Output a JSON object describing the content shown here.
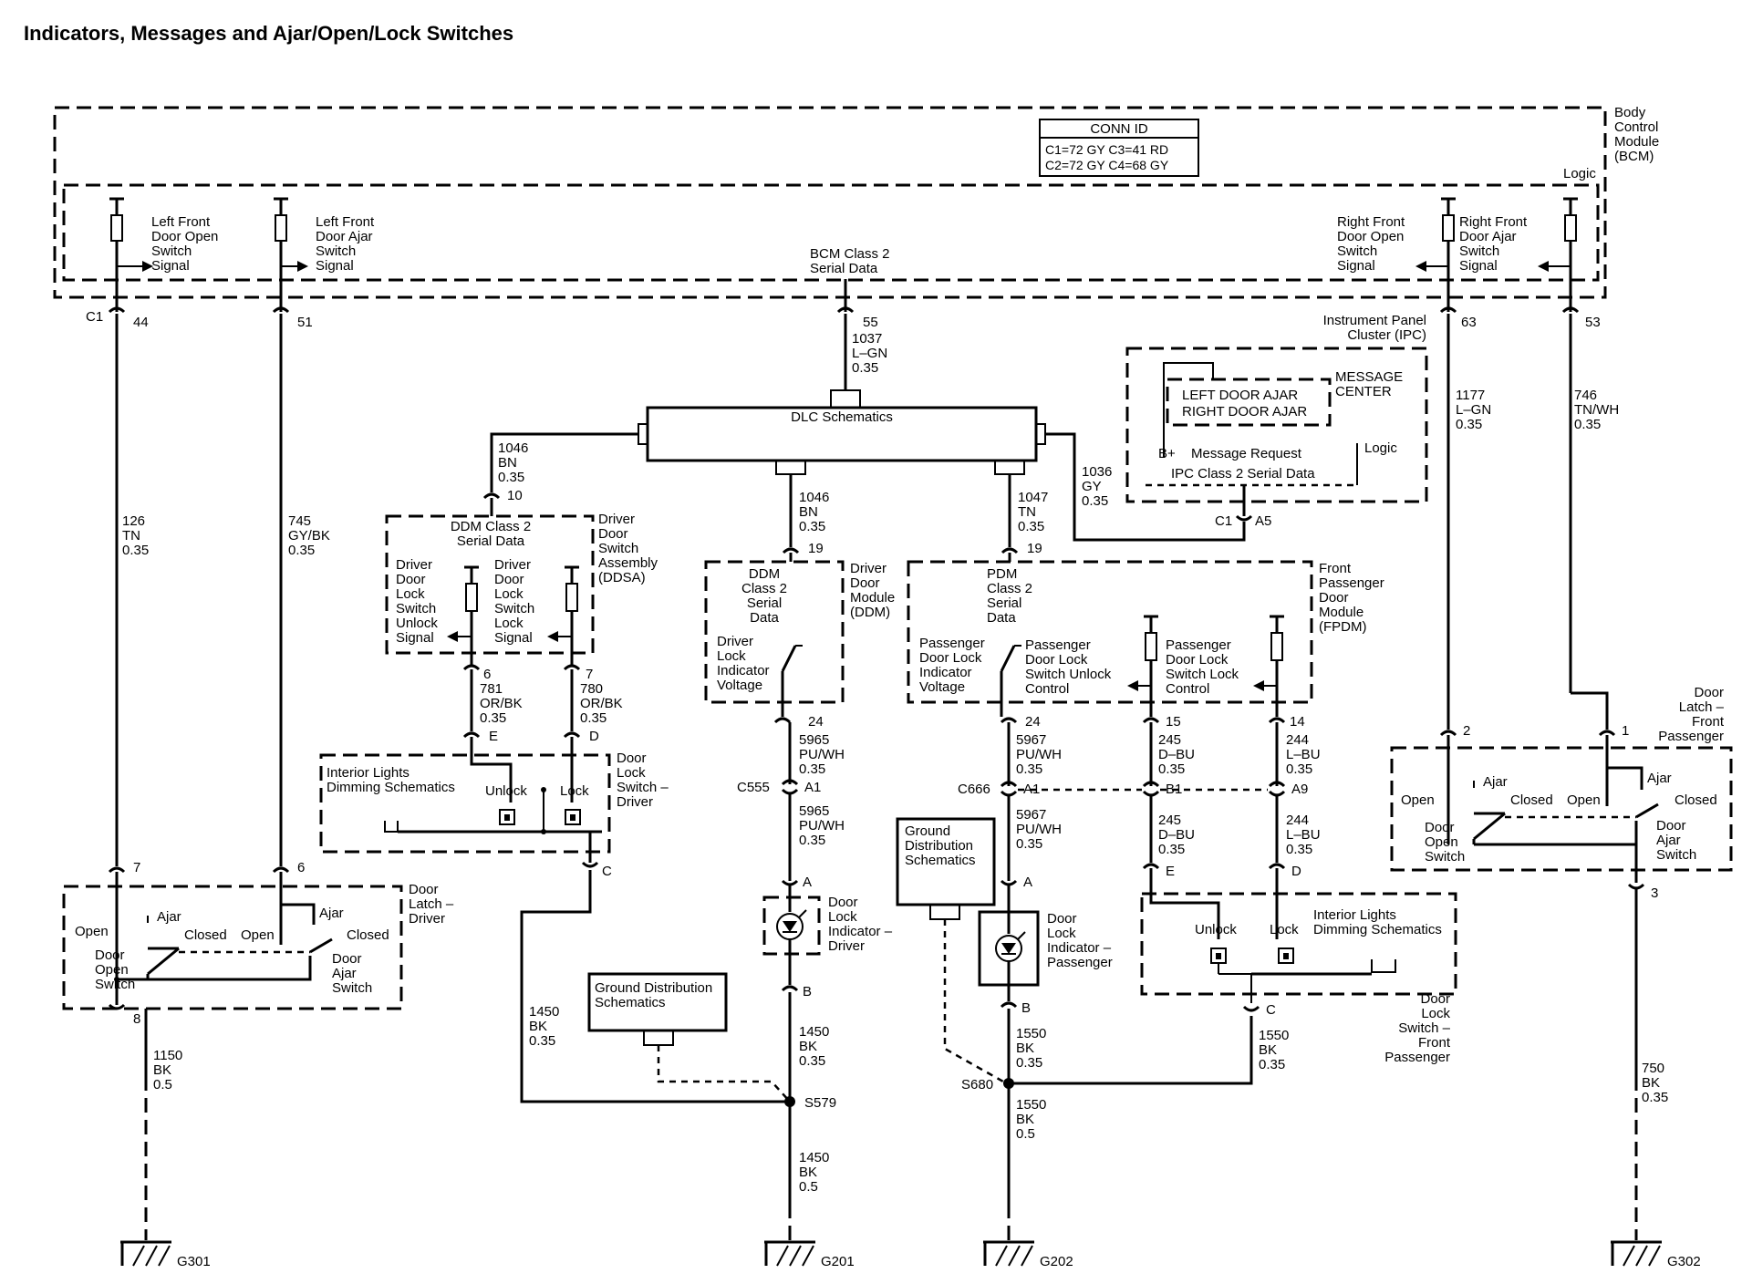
{
  "title": "Indicators, Messages and Ajar/Open/Lock Switches",
  "bcm": {
    "name": [
      "Body",
      "Control",
      "Module",
      "(BCM)"
    ],
    "logic": "Logic",
    "conn_id_title": "CONN ID",
    "conn_row1": "C1=72 GY  C3=41 RD",
    "conn_row2": "C2=72 GY  C4=68 GY",
    "signals": {
      "lf_open": [
        "Left Front",
        "Door Open",
        "Switch",
        "Signal"
      ],
      "lf_ajar": [
        "Left Front",
        "Door Ajar",
        "Switch",
        "Signal"
      ],
      "serial": [
        "BCM Class 2",
        "Serial Data"
      ],
      "rf_open": [
        "Right Front",
        "Door Open",
        "Switch",
        "Signal"
      ],
      "rf_ajar": [
        "Right Front",
        "Door Ajar",
        "Switch",
        "Signal"
      ]
    },
    "pins": {
      "c1": "C1",
      "p44": "44",
      "p51": "51",
      "p55": "55",
      "p63": "63",
      "p53": "53"
    }
  },
  "wires": {
    "w1037": [
      "1037",
      "L–GN",
      "0.35"
    ],
    "w126": [
      "126",
      "TN",
      "0.35"
    ],
    "w745": [
      "745",
      "GY/BK",
      "0.35"
    ],
    "w1177": [
      "1177",
      "L–GN",
      "0.35"
    ],
    "w746": [
      "746",
      "TN/WH",
      "0.35"
    ],
    "w1046a": [
      "1046",
      "BN",
      "0.35"
    ],
    "w1046b": [
      "1046",
      "BN",
      "0.35"
    ],
    "w1047": [
      "1047",
      "TN",
      "0.35"
    ],
    "w1036": [
      "1036",
      "GY",
      "0.35"
    ],
    "w781": [
      "781",
      "OR/BK",
      "0.35"
    ],
    "w780": [
      "780",
      "OR/BK",
      "0.35"
    ],
    "w5965a": [
      "5965",
      "PU/WH",
      "0.35"
    ],
    "w5965b": [
      "5965",
      "PU/WH",
      "0.35"
    ],
    "w5967a": [
      "5967",
      "PU/WH",
      "0.35"
    ],
    "w5967b": [
      "5967",
      "PU/WH",
      "0.35"
    ],
    "w245a": [
      "245",
      "D–BU",
      "0.35"
    ],
    "w245b": [
      "245",
      "D–BU",
      "0.35"
    ],
    "w244a": [
      "244",
      "L–BU",
      "0.35"
    ],
    "w244b": [
      "244",
      "L–BU",
      "0.35"
    ],
    "w1450a": [
      "1450",
      "BK",
      "0.35"
    ],
    "w1450b": [
      "1450",
      "BK",
      "0.35"
    ],
    "w1450c": [
      "1450",
      "BK",
      "0.5"
    ],
    "w1150": [
      "1150",
      "BK",
      "0.5"
    ],
    "w1550a": [
      "1550",
      "BK",
      "0.35"
    ],
    "w1550b": [
      "1550",
      "BK",
      "0.35"
    ],
    "w1550c": [
      "1550",
      "BK",
      "0.5"
    ],
    "w750": [
      "750",
      "BK",
      "0.35"
    ]
  },
  "dlc": {
    "label": "DLC Schematics"
  },
  "ipc": {
    "name": [
      "Instrument Panel",
      "Cluster (IPC)"
    ],
    "msg1": "LEFT DOOR AJAR",
    "msg2": "RIGHT DOOR AJAR",
    "message_center": [
      "MESSAGE",
      "CENTER"
    ],
    "bplus": "B+",
    "msg_request": "Message Request",
    "logic": "Logic",
    "serial": "IPC Class 2 Serial Data",
    "conn": "C1",
    "pin": "A5"
  },
  "ddsa": {
    "name": [
      "Driver",
      "Door",
      "Switch",
      "Assembly",
      "(DDSA)"
    ],
    "serial": [
      "DDM Class 2",
      "Serial Data"
    ],
    "unlock_sig": [
      "Driver",
      "Door",
      "Lock",
      "Switch",
      "Unlock",
      "Signal"
    ],
    "lock_sig": [
      "Driver",
      "Door",
      "Lock",
      "Switch",
      "Lock",
      "Signal"
    ],
    "pin10": "10",
    "pin6": "6",
    "pin7": "7"
  },
  "ddm": {
    "name": [
      "Driver",
      "Door",
      "Module",
      "(DDM)"
    ],
    "serial": [
      "DDM",
      "Class 2",
      "Serial",
      "Data"
    ],
    "indicator": [
      "Driver",
      "Lock",
      "Indicator",
      "Voltage"
    ],
    "pin19": "19",
    "pin24": "24"
  },
  "fpdm": {
    "name": [
      "Front",
      "Passenger",
      "Door",
      "Module",
      "(FPDM)"
    ],
    "serial": [
      "PDM",
      "Class 2",
      "Serial",
      "Data"
    ],
    "indicator": [
      "Passenger",
      "Door Lock",
      "Indicator",
      "Voltage"
    ],
    "unlock": [
      "Passenger",
      "Door Lock",
      "Switch Unlock",
      "Control"
    ],
    "lock": [
      "Passenger",
      "Door Lock",
      "Switch Lock",
      "Control"
    ],
    "pin19": "19",
    "pin24": "24",
    "pin15": "15",
    "pin14": "14"
  },
  "dls_driver": {
    "name": [
      "Door",
      "Lock",
      "Switch –",
      "Driver"
    ],
    "dimming": [
      "Interior Lights",
      "Dimming Schematics"
    ],
    "unlock": "Unlock",
    "lock": "Lock",
    "pinE": "E",
    "pinD": "D",
    "pinC": "C"
  },
  "dls_pass": {
    "name": [
      "Door",
      "Lock",
      "Switch –",
      "Front",
      "Passenger"
    ],
    "dimming": [
      "Interior Lights",
      "Dimming Schematics"
    ],
    "unlock": "Unlock",
    "lock": "Lock",
    "pinE": "E",
    "pinD": "D",
    "pinC": "C"
  },
  "latch_driver": {
    "name": [
      "Door",
      "Latch –",
      "Driver"
    ],
    "open": "Open",
    "ajar": "Ajar",
    "closed": "Closed",
    "open2": "Open",
    "ajar2": "Ajar",
    "closed2": "Closed",
    "open_switch": [
      "Door",
      "Open",
      "Switch"
    ],
    "ajar_switch": [
      "Door",
      "Ajar",
      "Switch"
    ],
    "pin7": "7",
    "pin6": "6",
    "pin8": "8"
  },
  "latch_pass": {
    "name": [
      "Door",
      "Latch –",
      "Front",
      "Passenger"
    ],
    "open": "Open",
    "ajar": "Ajar",
    "closed": "Closed",
    "open2": "Open",
    "ajar2": "Ajar",
    "closed2": "Closed",
    "open_switch": [
      "Door",
      "Open",
      "Switch"
    ],
    "ajar_switch": [
      "Door",
      "Ajar",
      "Switch"
    ],
    "pin2": "2",
    "pin1": "1",
    "pin3": "3"
  },
  "indicator_driver": {
    "name": [
      "Door",
      "Lock",
      "Indicator –",
      "Driver"
    ],
    "pinA": "A",
    "pinB": "B"
  },
  "indicator_pass": {
    "name": [
      "Door",
      "Lock",
      "Indicator –",
      "Passenger"
    ],
    "pinA": "A",
    "pinB": "B"
  },
  "inline": {
    "c555": "C555",
    "a1_555": "A1",
    "c666": "C666",
    "a1_666": "A1",
    "b1": "B1",
    "a9": "A9"
  },
  "ground_dist_1": [
    "Ground Distribution",
    "Schematics"
  ],
  "ground_dist_2": [
    "Ground",
    "Distribution",
    "Schematics"
  ],
  "splices": {
    "s579": "S579",
    "s680": "S680"
  },
  "grounds": {
    "g301": "G301",
    "g201": "G201",
    "g202": "G202",
    "g302": "G302"
  }
}
